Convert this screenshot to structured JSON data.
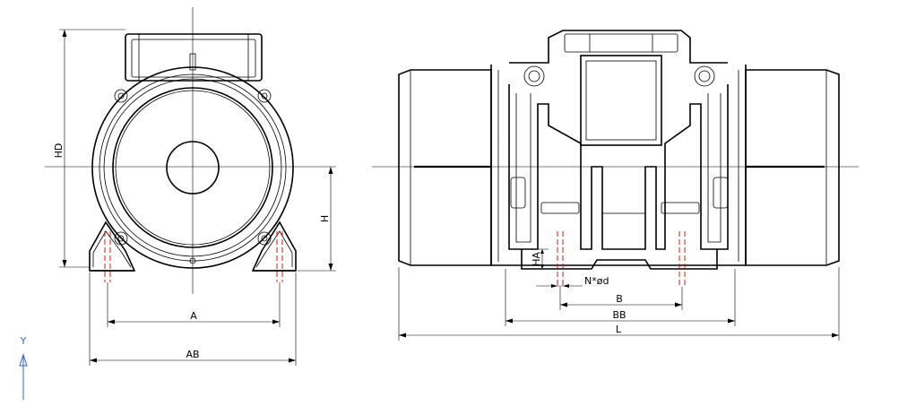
{
  "dimensions": {
    "hd": "HD",
    "h": "H",
    "a": "A",
    "ab": "AB",
    "ha": "HA",
    "nd": "N*ød",
    "b": "B",
    "bb": "BB",
    "l": "L"
  },
  "axis": {
    "y_label": "Y"
  },
  "colors": {
    "line": "#000000",
    "hole_center": "#cc0000",
    "axis_indicator": "#3366cc"
  }
}
